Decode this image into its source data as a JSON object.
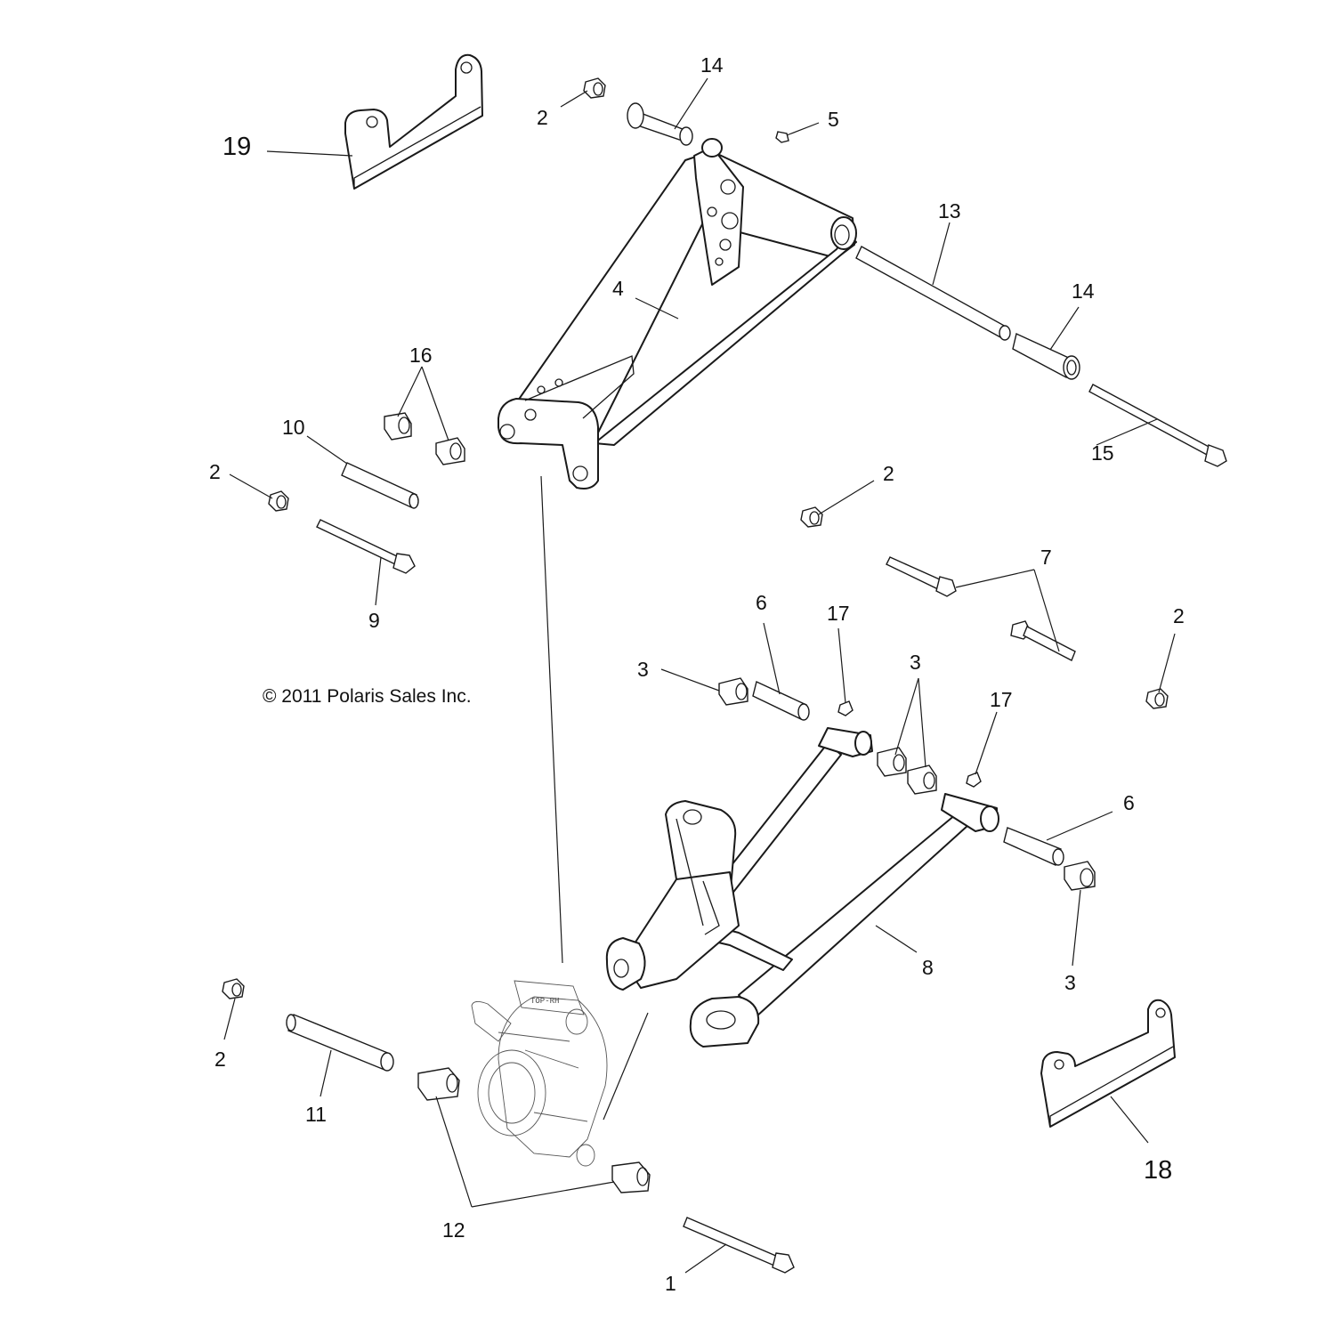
{
  "copyright": "© 2011 Polaris Sales Inc.",
  "knuckle_stamp": "TOP-RH",
  "callouts": {
    "c19": "19",
    "c2a": "2",
    "c14a": "14",
    "c5": "5",
    "c13": "13",
    "c4": "4",
    "c14b": "14",
    "c16": "16",
    "c10": "10",
    "c2b": "2",
    "c15": "15",
    "c2c": "2",
    "c9": "9",
    "c7": "7",
    "c6a": "6",
    "c17a": "17",
    "c2d": "2",
    "c3a": "3",
    "c3b": "3",
    "c17b": "17",
    "c6b": "6",
    "c8": "8",
    "c3c": "3",
    "c2e": "2",
    "c11": "11",
    "c12": "12",
    "c18": "18",
    "c1": "1"
  }
}
